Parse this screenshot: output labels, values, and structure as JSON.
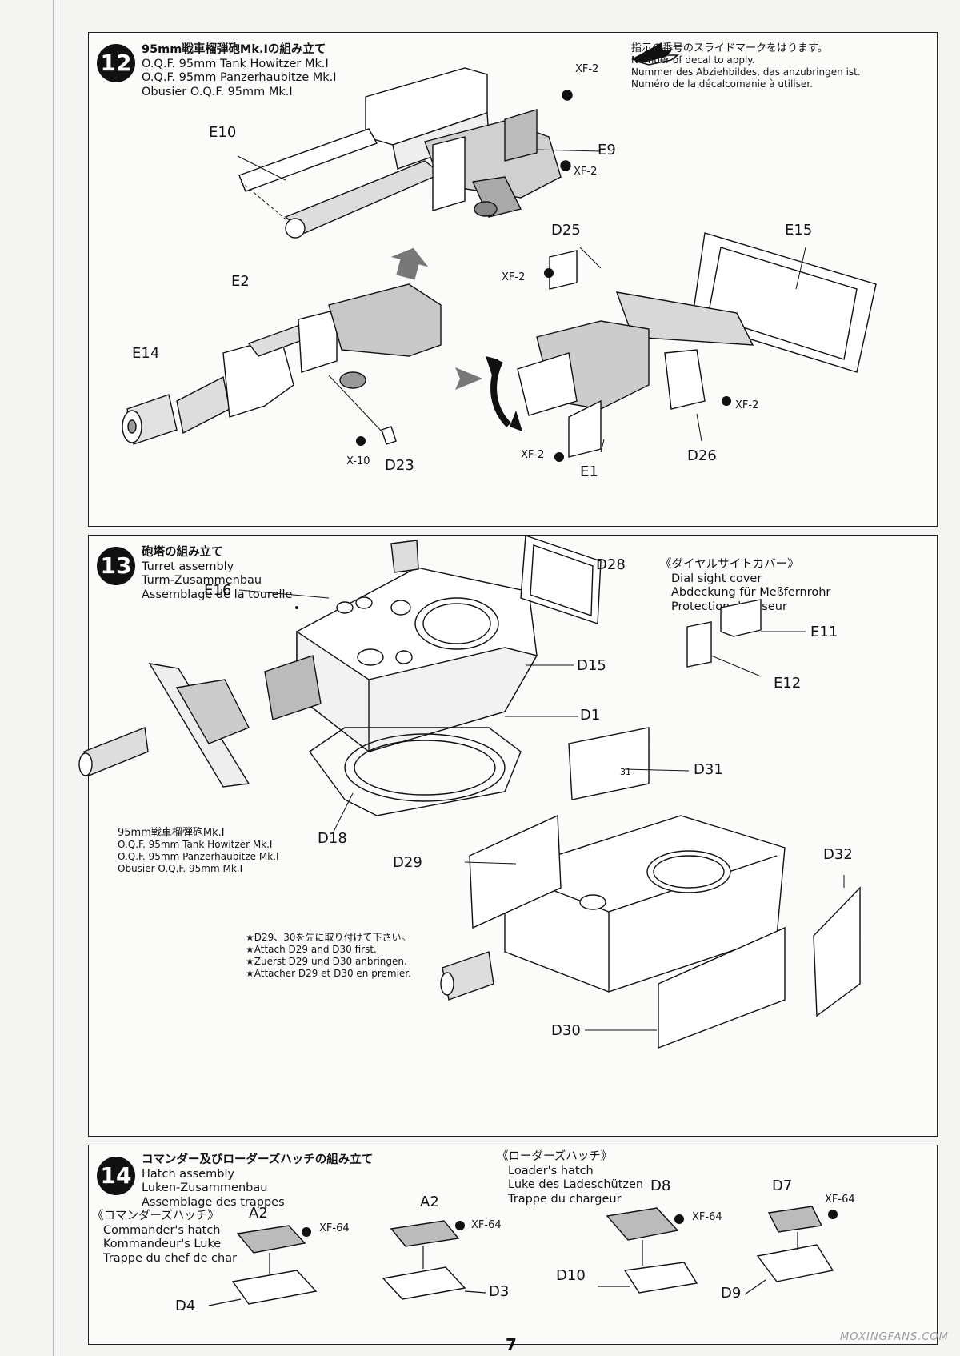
{
  "page_number": "7",
  "watermark": "MOXINGFANS.COM",
  "decal_note": {
    "icon": "decal-arrow-icon",
    "lines": [
      "指示の番号のスライドマークをはります。",
      "Number of decal to apply.",
      "Nummer des Abziehbildes, das anzubringen ist.",
      "Numéro de la décalcomanie à utiliser."
    ]
  },
  "step12": {
    "number": "12",
    "title": [
      "95mm戦車榴弾砲Mk.Ⅰの組み立て",
      "O.Q.F. 95mm Tank Howitzer Mk.I",
      "O.Q.F. 95mm Panzerhaubitze Mk.I",
      "Obusier O.Q.F. 95mm Mk.I"
    ],
    "parts": {
      "E10": "E10",
      "E9": "E9",
      "E2": "E2",
      "E14": "E14",
      "D23": "D23",
      "D25": "D25",
      "E15": "E15",
      "E1": "E1",
      "D26": "D26"
    },
    "paints": {
      "xf2": "XF-2",
      "x10": "X-10"
    }
  },
  "step13": {
    "number": "13",
    "title": [
      "砲塔の組み立て",
      "Turret assembly",
      "Turm-Zusammenbau",
      "Assemblage de la tourelle"
    ],
    "dial_cover": [
      "《ダイヤルサイトカバー》",
      "Dial sight cover",
      "Abdeckung für Meßfernrohr",
      "Protection de viseur"
    ],
    "howitzer_note": [
      "95mm戦車榴弾砲Mk.Ⅰ",
      "O.Q.F. 95mm Tank Howitzer Mk.I",
      "O.Q.F. 95mm Panzerhaubitze Mk.I",
      "Obusier O.Q.F. 95mm Mk.I"
    ],
    "attach_note": [
      "★D29、30を先に取り付けて下さい。",
      "★Attach D29 and D30 first.",
      "★Zuerst D29 und D30 anbringen.",
      "★Attacher D29 et D30 en premier."
    ],
    "parts": {
      "D28": "D28",
      "E16": "E16",
      "E11": "E11",
      "E12": "E12",
      "D15": "D15",
      "D1": "D1",
      "D31": "D31",
      "D18": "D18",
      "D29": "D29",
      "D32": "D32",
      "D30": "D30",
      "D31_mark": "31"
    }
  },
  "step14": {
    "number": "14",
    "title": [
      "コマンダー及びローダーズハッチの組み立て",
      "Hatch assembly",
      "Luken-Zusammenbau",
      "Assemblage des trappes"
    ],
    "commander": [
      "《コマンダーズハッチ》",
      "Commander's hatch",
      "Kommandeur's Luke",
      "Trappe du chef de char"
    ],
    "loader": [
      "《ローダーズハッチ》",
      "Loader's hatch",
      "Luke des Ladeschützen",
      "Trappe du chargeur"
    ],
    "parts": {
      "A2a": "A2",
      "D4": "D4",
      "A2b": "A2",
      "D3": "D3",
      "D8": "D8",
      "D10": "D10",
      "D7": "D7",
      "D9": "D9"
    },
    "paints": {
      "xf64": "XF-64"
    }
  }
}
